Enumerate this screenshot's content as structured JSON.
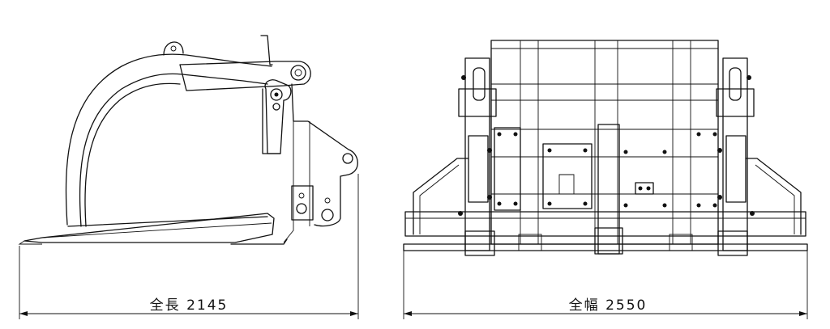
{
  "side_view": {
    "dimension_label": "全長",
    "dimension_value": "2145"
  },
  "front_view": {
    "dimension_label": "全幅",
    "dimension_value": "2550"
  }
}
